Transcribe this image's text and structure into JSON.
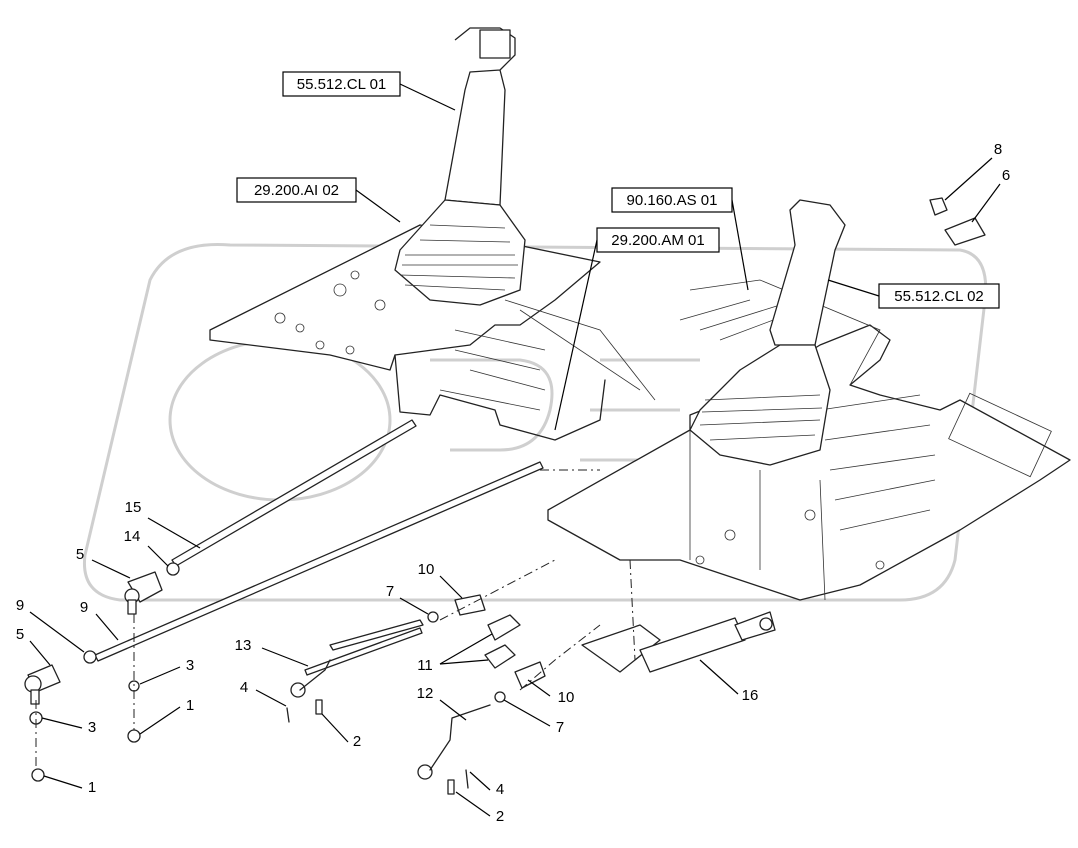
{
  "reference_labels": [
    {
      "id": "ref-55512cl01",
      "text": "55.512.CL 01"
    },
    {
      "id": "ref-29200ai02",
      "text": "29.200.AI 02"
    },
    {
      "id": "ref-90160as01",
      "text": "90.160.AS 01"
    },
    {
      "id": "ref-29200am01",
      "text": "29.200.AM 01"
    },
    {
      "id": "ref-55512cl02",
      "text": "55.512.CL 02"
    }
  ],
  "callouts": [
    {
      "id": "c8",
      "text": "8"
    },
    {
      "id": "c6",
      "text": "6"
    },
    {
      "id": "c15",
      "text": "15"
    },
    {
      "id": "c14",
      "text": "14"
    },
    {
      "id": "c5a",
      "text": "5"
    },
    {
      "id": "c9a",
      "text": "9"
    },
    {
      "id": "c9b",
      "text": "9"
    },
    {
      "id": "c5b",
      "text": "5"
    },
    {
      "id": "c3a",
      "text": "3"
    },
    {
      "id": "c1a",
      "text": "1"
    },
    {
      "id": "c3b",
      "text": "3"
    },
    {
      "id": "c1b",
      "text": "1"
    },
    {
      "id": "c7a",
      "text": "7"
    },
    {
      "id": "c10a",
      "text": "10"
    },
    {
      "id": "c13",
      "text": "13"
    },
    {
      "id": "c4a",
      "text": "4"
    },
    {
      "id": "c2a",
      "text": "2"
    },
    {
      "id": "c11",
      "text": "11"
    },
    {
      "id": "c12",
      "text": "12"
    },
    {
      "id": "c10b",
      "text": "10"
    },
    {
      "id": "c7b",
      "text": "7"
    },
    {
      "id": "c4b",
      "text": "4"
    },
    {
      "id": "c2b",
      "text": "2"
    },
    {
      "id": "c16",
      "text": "16"
    }
  ]
}
